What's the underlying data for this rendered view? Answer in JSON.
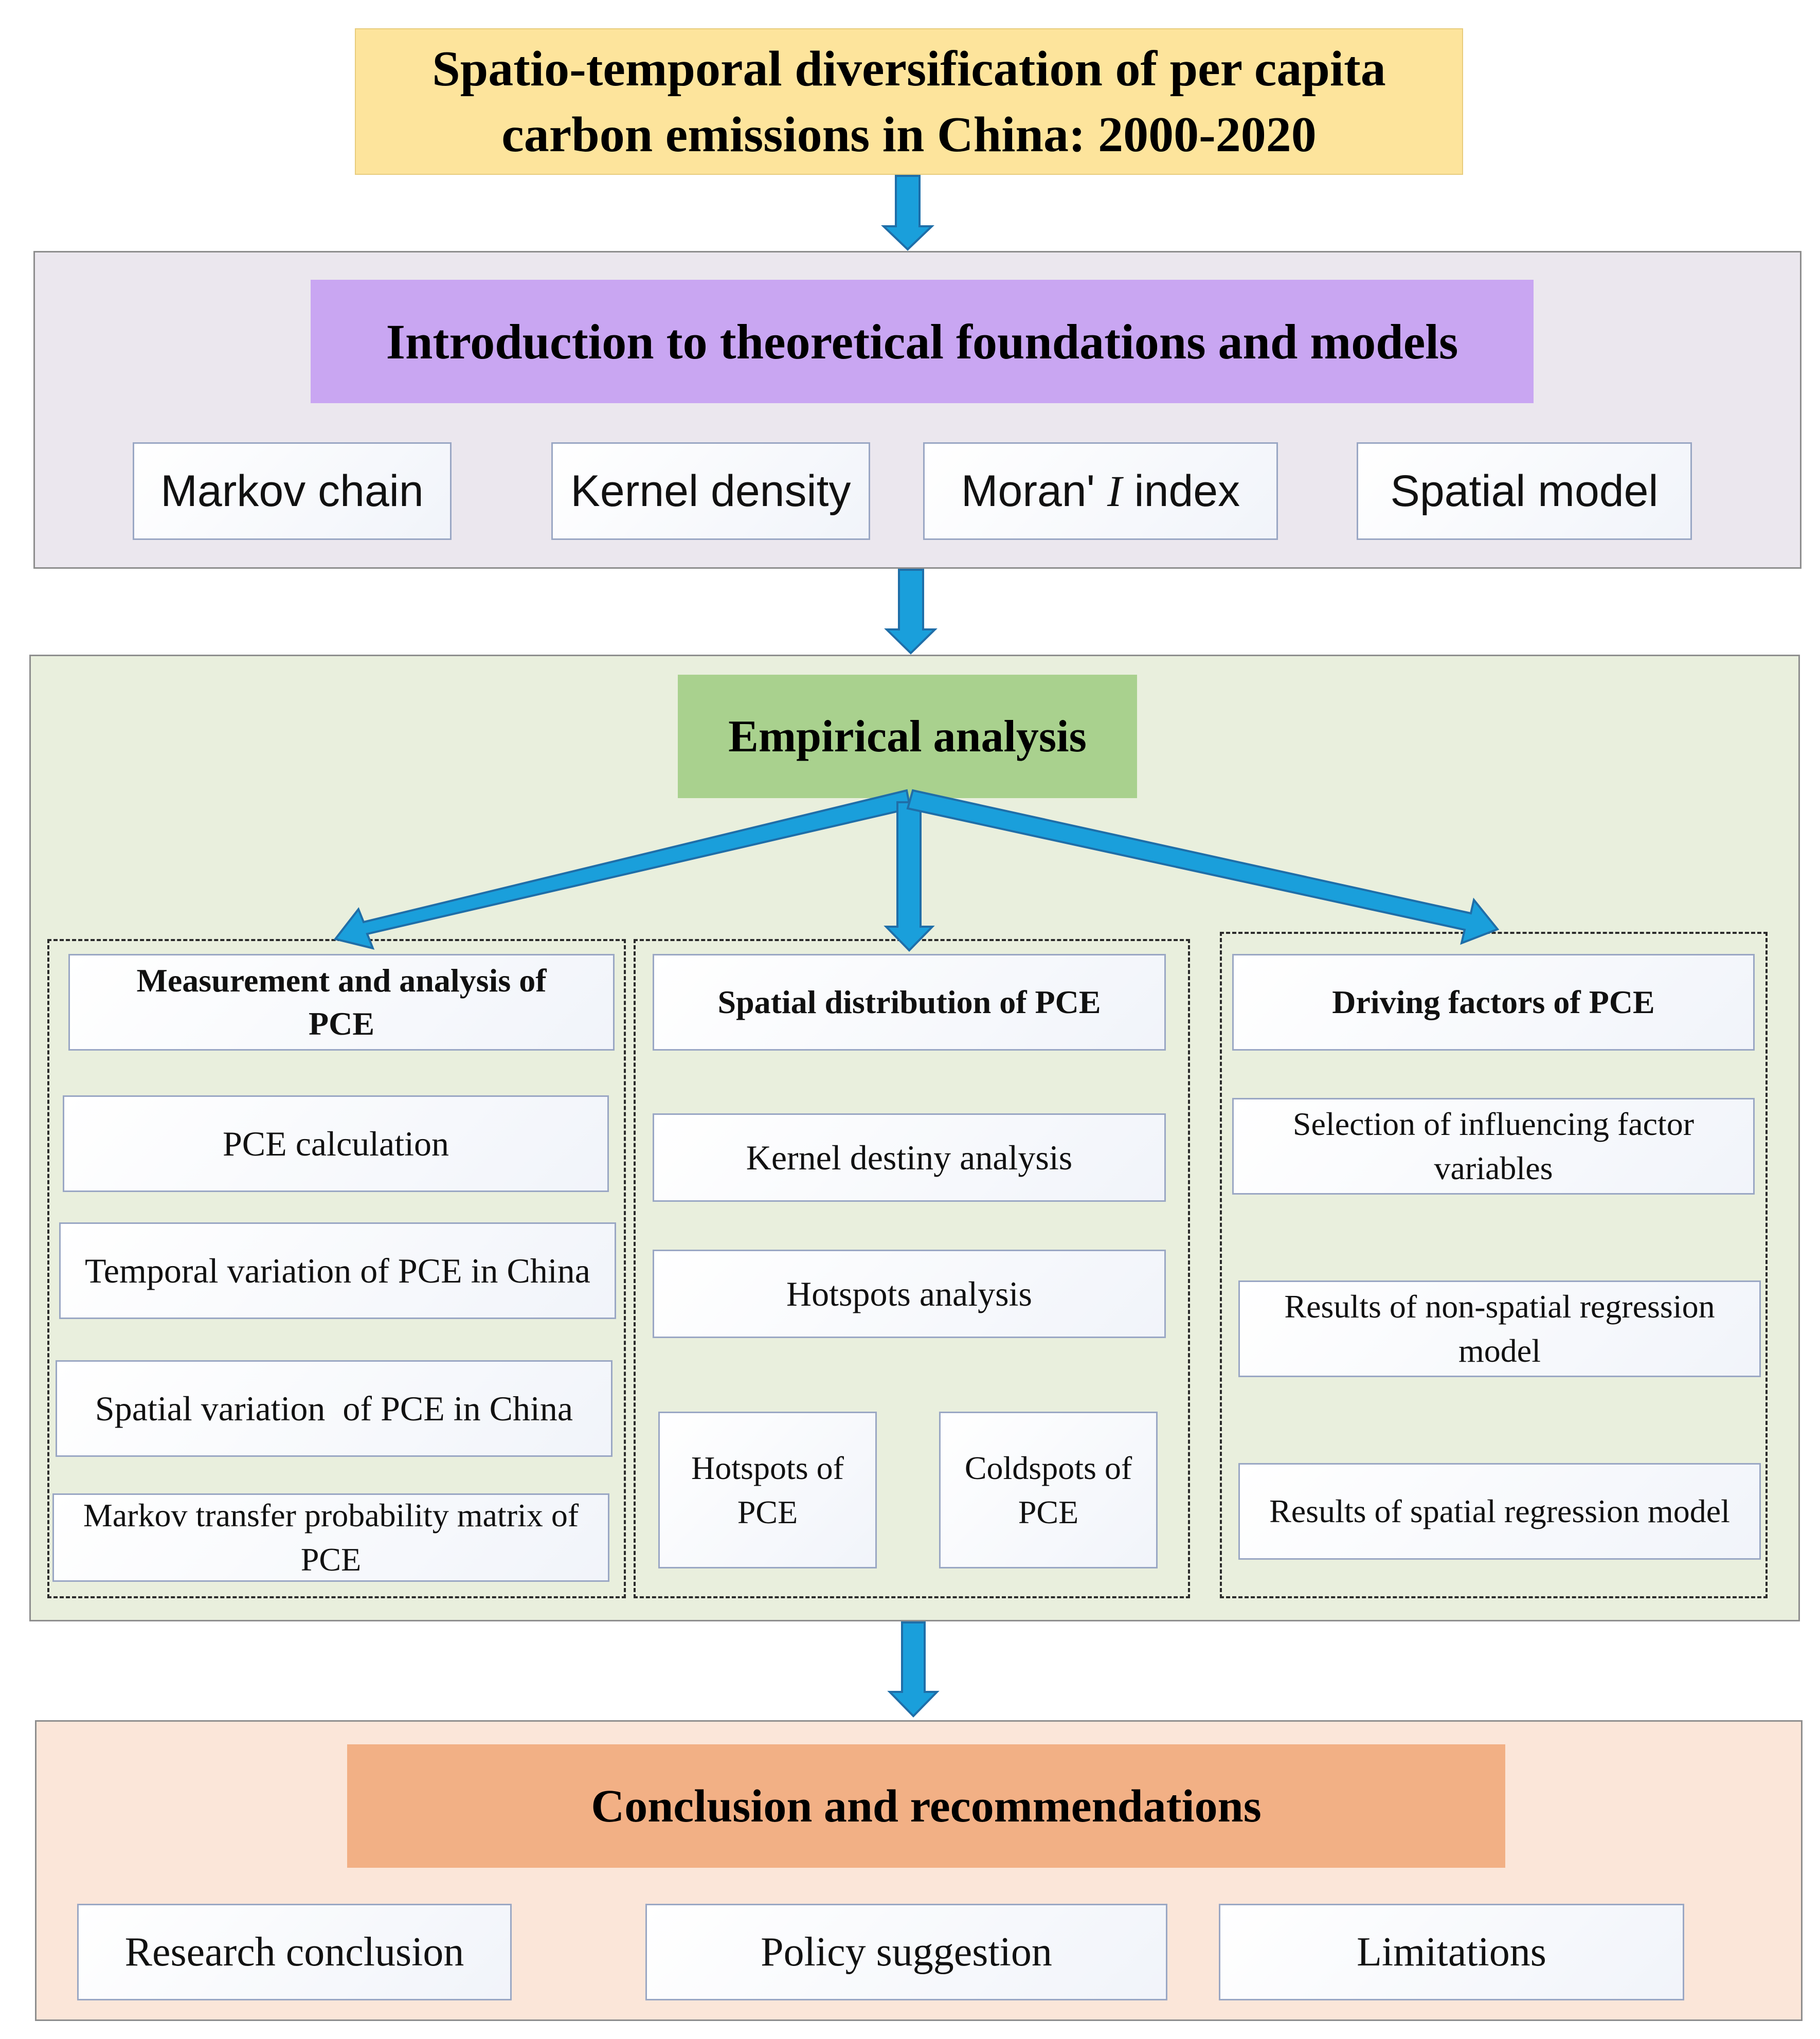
{
  "title": {
    "line1": "Spatio-temporal diversification of per capita",
    "line2": "carbon emissions in China: 2000-2020"
  },
  "theory": {
    "heading": "Introduction to theoretical foundations and models",
    "items": [
      "Markov chain",
      "Kernel density",
      "Moran'",
      "I",
      "index",
      "Spatial model"
    ]
  },
  "empirical": {
    "heading": "Empirical analysis",
    "columns": [
      {
        "heading_line1": "Measurement and analysis of",
        "heading_line2": "PCE",
        "items": [
          "PCE calculation",
          "Temporal variation of PCE in China",
          "Spatial variation  of PCE in China",
          "Markov transfer probability matrix of PCE"
        ]
      },
      {
        "heading": "Spatial distribution of PCE",
        "items": [
          "Kernel destiny analysis",
          "Hotspots analysis",
          "Hotspots of PCE",
          "Coldspots of PCE"
        ]
      },
      {
        "heading": "Driving factors of PCE",
        "items": [
          "Selection of influencing factor variables",
          "Results of non-spatial regression model",
          "Results of spatial regression model"
        ]
      }
    ]
  },
  "conclusion": {
    "heading": "Conclusion and recommendations",
    "items": [
      "Research conclusion",
      "Policy suggestion",
      "Limitations"
    ]
  },
  "colors": {
    "title_fill": "#fde49c",
    "theory_fill": "#c9a6f2",
    "empirical_fill": "#a9d18e",
    "conclusion_fill": "#f2b085",
    "arrow": "#1a9fdb"
  }
}
